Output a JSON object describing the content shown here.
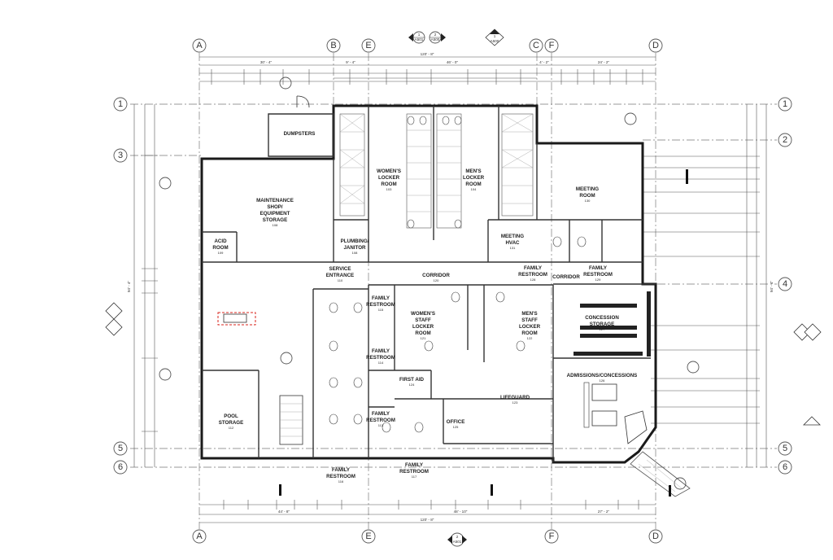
{
  "grid": {
    "columns_top": [
      "A",
      "B",
      "E",
      "C",
      "F",
      "D"
    ],
    "columns_bottom": [
      "A",
      "E",
      "F",
      "D"
    ],
    "rows_left": [
      "1",
      "3",
      "5",
      "6"
    ],
    "rows_right": [
      "1",
      "2",
      "4",
      "5",
      "6"
    ]
  },
  "section_markers": {
    "top_pair": [
      [
        "1",
        "A501"
      ],
      [
        "2",
        "A500"
      ]
    ],
    "top_single": [
      "1",
      "A500"
    ],
    "bottom": [
      "2",
      "A501"
    ]
  },
  "rooms": [
    {
      "name": "DUMPSTERS"
    },
    {
      "name": "WOMEN'S LOCKER ROOM",
      "number": "103"
    },
    {
      "name": "MEN'S LOCKER ROOM",
      "number": "104"
    },
    {
      "name": "MEETING ROOM",
      "number": "130"
    },
    {
      "name": "MAINTENANCE SHOP/ EQUIPMENT STORAGE",
      "number": "108"
    },
    {
      "name": "ACID ROOM",
      "number": "109"
    },
    {
      "name": "PLUMBING/ JANITOR",
      "number": "108"
    },
    {
      "name": "MEETING HVAC",
      "number": "131"
    },
    {
      "name": "SERVICE ENTRANCE",
      "number": "110"
    },
    {
      "name": "CORRIDOR",
      "number": "120"
    },
    {
      "name": "FAMILY RESTROOM",
      "number": "128"
    },
    {
      "name": "CORRIDOR"
    },
    {
      "name": "FAMILY RESTROOM",
      "number": "129"
    },
    {
      "name": "FAMILY RESTROOM",
      "number": "115"
    },
    {
      "name": "WOMEN'S STAFF LOCKER ROOM",
      "number": "121"
    },
    {
      "name": "MEN'S STAFF LOCKER ROOM",
      "number": "122"
    },
    {
      "name": "CONCESSION STORAGE",
      "number": "127"
    },
    {
      "name": "FAMILY RESTROOM",
      "number": "114"
    },
    {
      "name": "FIRST AID",
      "number": "124"
    },
    {
      "name": "LIFEGUARD",
      "number": "123"
    },
    {
      "name": "ADMISSIONS/CONCESSIONS",
      "number": "126"
    },
    {
      "name": "POOL STORAGE",
      "number": "112"
    },
    {
      "name": "FAMILY RESTROOM",
      "number": "113"
    },
    {
      "name": "OFFICE",
      "number": "125"
    },
    {
      "name": "FAMILY RESTROOM",
      "number": "116"
    },
    {
      "name": "FAMILY RESTROOM",
      "number": "117"
    }
  ],
  "dimensions": {
    "overall_top": "120' - 8\"",
    "overall_bottom": "120' - 8\"",
    "top_sub": [
      "30' - 4\"",
      "9' - 4\"",
      "46' - 0\"",
      "4' - 2\"",
      "24' - 2\""
    ],
    "bottom_sub": [
      "44' - 8\"",
      "48' - 10\"",
      "27' - 2\""
    ],
    "left_overall": "94' - 4\"",
    "right_overall": "94' - 4\""
  }
}
